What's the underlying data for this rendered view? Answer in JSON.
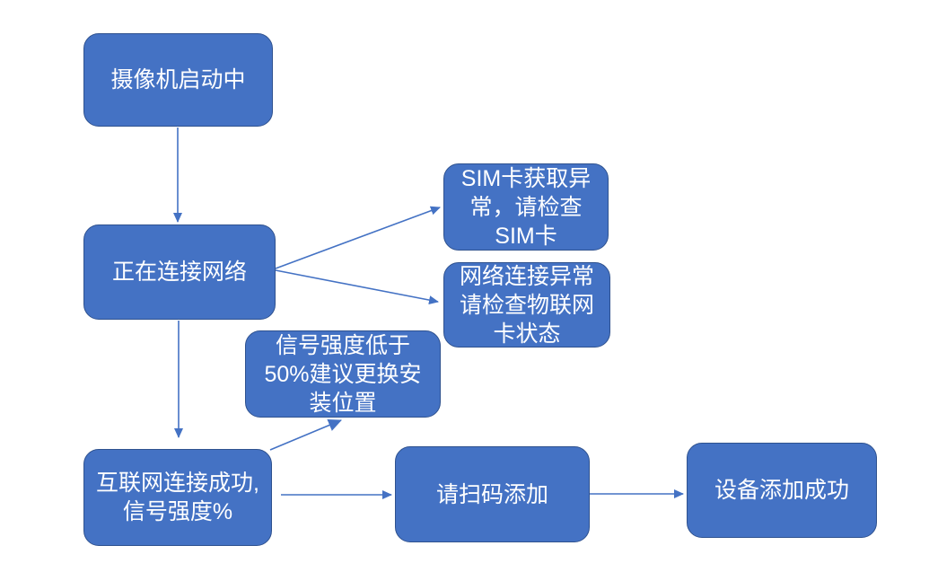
{
  "diagram": {
    "type": "flowchart",
    "background_color": "#FFFFFF",
    "colors": {
      "node_fill": "#4472C4",
      "node_border": "#2F528F",
      "node_text": "#FFFFFF",
      "arrow": "#4472C4"
    },
    "nodes": {
      "camera_starting": {
        "label": "摄像机启动中"
      },
      "connecting_network": {
        "label": "正在连接网络"
      },
      "sim_error": {
        "label": "SIM卡获取异\n常，请检查\nSIM卡"
      },
      "network_error": {
        "label": "网络连接异常\n请检查物联网\n卡状态"
      },
      "signal_low": {
        "label": "信号强度低于\n50%建议更换安\n装位置"
      },
      "internet_success": {
        "label": "互联网连接成功,\n信号强度%"
      },
      "scan_code": {
        "label": "请扫码添加"
      },
      "device_added": {
        "label": "设备添加成功"
      }
    },
    "edges": [
      {
        "from": "camera_starting",
        "to": "connecting_network"
      },
      {
        "from": "connecting_network",
        "to": "sim_error"
      },
      {
        "from": "connecting_network",
        "to": "network_error"
      },
      {
        "from": "connecting_network",
        "to": "internet_success"
      },
      {
        "from": "internet_success",
        "to": "signal_low"
      },
      {
        "from": "internet_success",
        "to": "scan_code"
      },
      {
        "from": "scan_code",
        "to": "device_added"
      }
    ]
  }
}
